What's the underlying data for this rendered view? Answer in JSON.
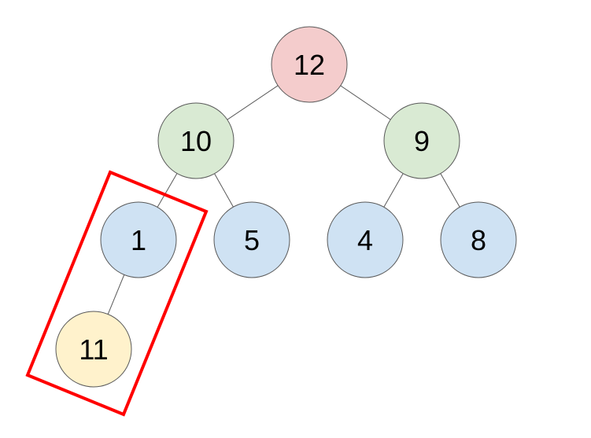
{
  "tree": {
    "nodes": [
      {
        "id": "n12",
        "label": "12",
        "color": "#f4cccc"
      },
      {
        "id": "n10",
        "label": "10",
        "color": "#d9ead3"
      },
      {
        "id": "n9",
        "label": "9",
        "color": "#d9ead3"
      },
      {
        "id": "n1",
        "label": "1",
        "color": "#cfe2f3"
      },
      {
        "id": "n5",
        "label": "5",
        "color": "#cfe2f3"
      },
      {
        "id": "n4",
        "label": "4",
        "color": "#cfe2f3"
      },
      {
        "id": "n8",
        "label": "8",
        "color": "#cfe2f3"
      },
      {
        "id": "n11",
        "label": "11",
        "color": "#fff2cc"
      }
    ],
    "edges": [
      [
        "n12",
        "n10"
      ],
      [
        "n12",
        "n9"
      ],
      [
        "n10",
        "n1"
      ],
      [
        "n10",
        "n5"
      ],
      [
        "n9",
        "n4"
      ],
      [
        "n9",
        "n8"
      ],
      [
        "n1",
        "n11"
      ]
    ],
    "highlight": {
      "nodes": [
        "n1",
        "n11"
      ],
      "color": "#ff0000"
    }
  }
}
